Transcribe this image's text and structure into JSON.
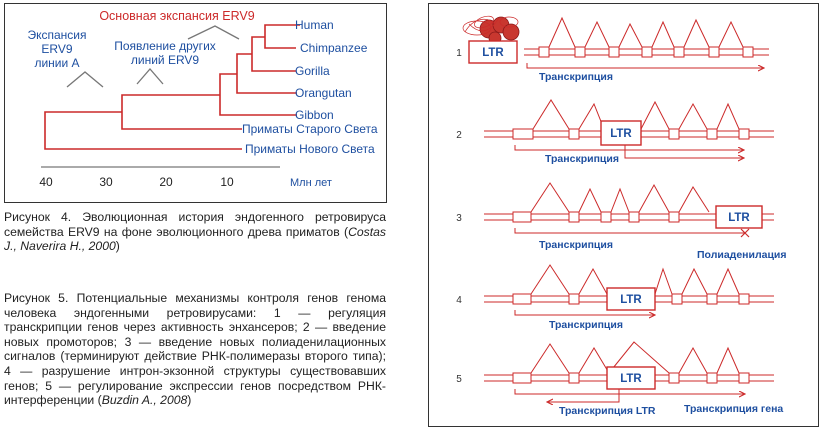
{
  "tree": {
    "title": "Основная экспансия ERV9",
    "label_a": [
      "Экспансия",
      "ERV9",
      "линии А"
    ],
    "label_b": [
      "Появление других",
      "линий ERV9"
    ],
    "species": [
      "Human",
      "Chimpanzee",
      "Gorilla",
      "Orangutan",
      "Gibbon"
    ],
    "old_world": "Приматы Старого Света",
    "new_world": "Приматы Нового Света",
    "axis_ticks": [
      "40",
      "30",
      "20",
      "10"
    ],
    "axis_unit": "Млн лет"
  },
  "mechanisms": {
    "rows": [
      {
        "num": "1",
        "ltr": "LTR",
        "labels": [
          "Транскрипция"
        ]
      },
      {
        "num": "2",
        "ltr": "LTR",
        "labels": [
          "Транскрипция"
        ]
      },
      {
        "num": "3",
        "ltr": "LTR",
        "labels": [
          "Транскрипция",
          "Полиаденилация"
        ]
      },
      {
        "num": "4",
        "ltr": "LTR",
        "labels": [
          "Транскрипция"
        ]
      },
      {
        "num": "5",
        "ltr": "LTR",
        "labels": [
          "Транскрипция LTR",
          "Транскрипция гена"
        ]
      }
    ]
  },
  "captions": {
    "fig4_main": "Рисунок 4.  Эволюционная история эндогенного ретровируса семейства ERV9 на фоне эволюционного древа приматов (",
    "fig4_cite": "Costas J., Naverira H., 2000",
    "fig4_end": ")",
    "fig5_main": "Рисунок 5. Потенциальные механизмы контроля генов генома человека эндогенными ретровирусами: 1 — регуляция транскрипции генов через активность энхансеров; 2 — введение новых промоторов; 3 — введение новых полиаденилационных сигналов (терминируют действие РНК-полимеразы второго типа); 4 — разрушение интрон-экзонной структуры существовавших генов; 5 — регулирование экспрессии генов посредством РНК-интерференции (",
    "fig5_cite": "Buzdin A., 2008",
    "fig5_end": ")"
  },
  "colors": {
    "red": "#cc2a2a",
    "blue": "#1e4fa0",
    "gray": "#666666",
    "frame": "#333333"
  }
}
